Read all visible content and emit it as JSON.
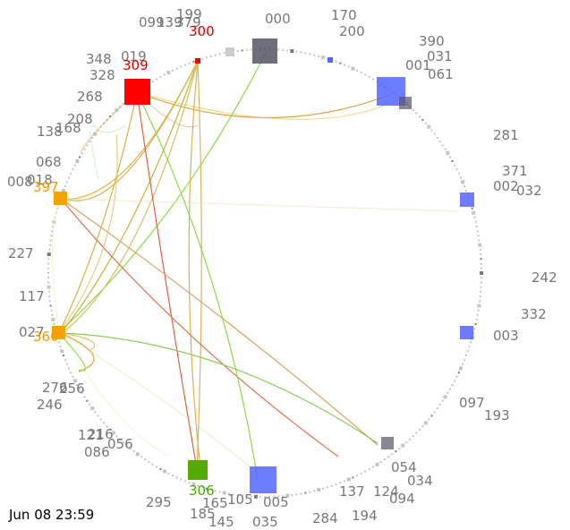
{
  "timestamp": "Jun 08 23:59",
  "colors": {
    "ring_dot": "#bbbbbb",
    "label": "#777777",
    "hot": "#ff0000",
    "warm": "#f5a300",
    "green": "#55aa00",
    "blue": "#5566ff",
    "dark": "#555566"
  },
  "labels": [
    {
      "text": "099",
      "tone": "gray"
    },
    {
      "text": "199",
      "tone": "gray"
    },
    {
      "text": "139",
      "tone": "gray"
    },
    {
      "text": "379",
      "tone": "gray"
    },
    {
      "text": "300",
      "tone": "hot"
    },
    {
      "text": "000",
      "tone": "gray"
    },
    {
      "text": "170",
      "tone": "gray"
    },
    {
      "text": "200",
      "tone": "gray"
    },
    {
      "text": "390",
      "tone": "gray"
    },
    {
      "text": "031",
      "tone": "gray"
    },
    {
      "text": "001",
      "tone": "gray"
    },
    {
      "text": "061",
      "tone": "gray"
    },
    {
      "text": "348",
      "tone": "gray"
    },
    {
      "text": "019",
      "tone": "gray"
    },
    {
      "text": "309",
      "tone": "hot"
    },
    {
      "text": "328",
      "tone": "gray"
    },
    {
      "text": "268",
      "tone": "gray"
    },
    {
      "text": "208",
      "tone": "gray"
    },
    {
      "text": "138",
      "tone": "gray"
    },
    {
      "text": "168",
      "tone": "gray"
    },
    {
      "text": "068",
      "tone": "gray"
    },
    {
      "text": "008",
      "tone": "gray"
    },
    {
      "text": "018",
      "tone": "gray"
    },
    {
      "text": "397",
      "tone": "warm"
    },
    {
      "text": "281",
      "tone": "gray"
    },
    {
      "text": "371",
      "tone": "gray"
    },
    {
      "text": "002",
      "tone": "gray"
    },
    {
      "text": "032",
      "tone": "gray"
    },
    {
      "text": "227",
      "tone": "gray"
    },
    {
      "text": "242",
      "tone": "gray"
    },
    {
      "text": "117",
      "tone": "gray"
    },
    {
      "text": "332",
      "tone": "gray"
    },
    {
      "text": "027",
      "tone": "gray"
    },
    {
      "text": "360",
      "tone": "warm"
    },
    {
      "text": "003",
      "tone": "gray"
    },
    {
      "text": "276",
      "tone": "gray"
    },
    {
      "text": "256",
      "tone": "gray"
    },
    {
      "text": "246",
      "tone": "gray"
    },
    {
      "text": "097",
      "tone": "gray"
    },
    {
      "text": "193",
      "tone": "gray"
    },
    {
      "text": "121",
      "tone": "gray"
    },
    {
      "text": "216",
      "tone": "gray"
    },
    {
      "text": "056",
      "tone": "gray"
    },
    {
      "text": "086",
      "tone": "gray"
    },
    {
      "text": "054",
      "tone": "gray"
    },
    {
      "text": "034",
      "tone": "gray"
    },
    {
      "text": "306",
      "tone": "green"
    },
    {
      "text": "137",
      "tone": "gray"
    },
    {
      "text": "124",
      "tone": "gray"
    },
    {
      "text": "094",
      "tone": "gray"
    },
    {
      "text": "295",
      "tone": "gray"
    },
    {
      "text": "165",
      "tone": "gray"
    },
    {
      "text": "105",
      "tone": "gray"
    },
    {
      "text": "005",
      "tone": "gray"
    },
    {
      "text": "185",
      "tone": "gray"
    },
    {
      "text": "145",
      "tone": "gray"
    },
    {
      "text": "035",
      "tone": "gray"
    },
    {
      "text": "284",
      "tone": "gray"
    },
    {
      "text": "194",
      "tone": "gray"
    }
  ]
}
